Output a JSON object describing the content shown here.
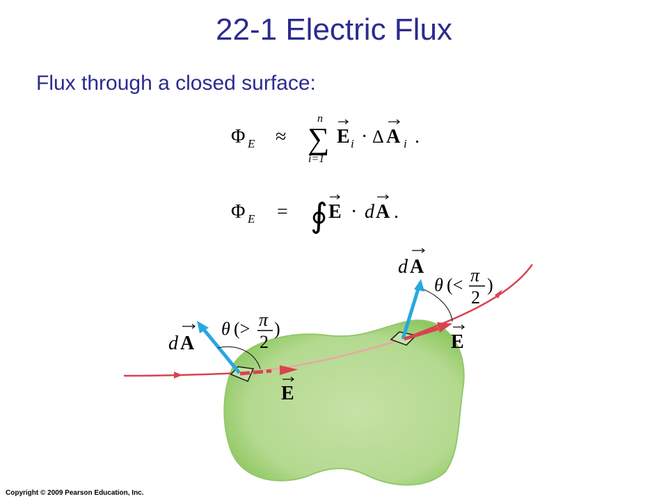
{
  "slide": {
    "title": "22-1 Electric Flux",
    "subtitle": "Flux through a closed surface:",
    "copyright": "Copyright © 2009 Pearson Education, Inc."
  },
  "equation1": {
    "lhs": "Φ",
    "lhs_sub": "E",
    "relation": "≈",
    "sum_symbol": "∑",
    "upper_limit": "n",
    "lower_limit": "i=1",
    "vector_E": "E",
    "index": "i",
    "dot": "·",
    "delta": "Δ",
    "vector_A": "A",
    "index2": "i",
    "period": "."
  },
  "equation2": {
    "lhs": "Φ",
    "lhs_sub": "E",
    "relation": "=",
    "integral_symbol": "∮",
    "vector_E": "E",
    "dot": "·",
    "differential": "d",
    "vector_A": "A",
    "period": "."
  },
  "diagram": {
    "left": {
      "dA_d": "d",
      "dA_A": "A",
      "theta": "θ",
      "condition_open": "(>",
      "pi": "π",
      "two": "2",
      "condition_close": ")",
      "E": "E"
    },
    "right": {
      "dA_d": "d",
      "dA_A": "A",
      "theta": "θ",
      "condition_open": "(<",
      "pi": "π",
      "two": "2",
      "condition_close": ")",
      "E": "E"
    },
    "colors": {
      "surface": "#b3d98f",
      "surface_edge": "#8cc55a",
      "field_line": "#d9434f",
      "normal_vector": "#29a7df"
    }
  }
}
